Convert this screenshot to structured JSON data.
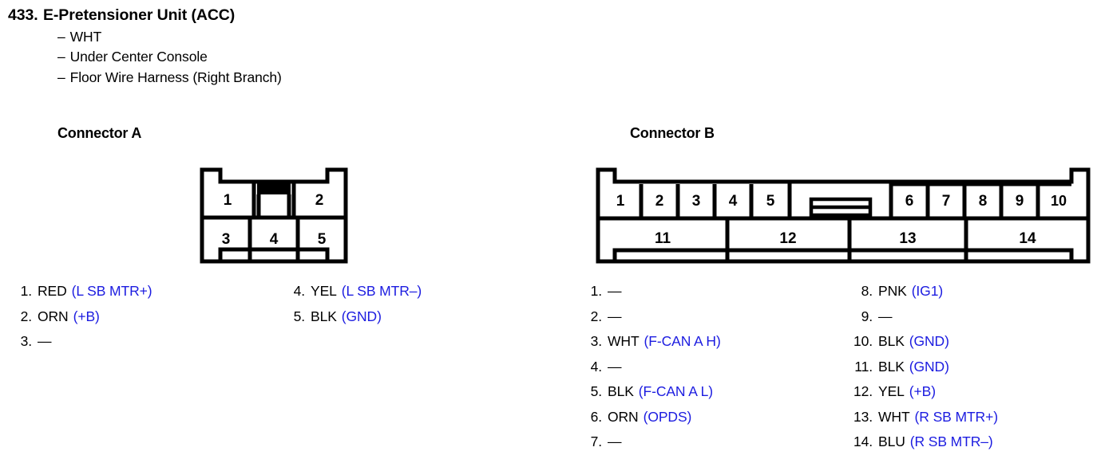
{
  "header": {
    "number": "433.",
    "title": "E-Pretensioner Unit (ACC)",
    "dash": "–",
    "sublines": [
      "WHT",
      "Under Center Console",
      "Floor Wire Harness (Right Branch)"
    ]
  },
  "colors": {
    "signal_blue": "#1c1ce0",
    "text_black": "#000000",
    "page_background": "#ffffff"
  },
  "connector_a": {
    "title": "Connector A",
    "diagram": {
      "top_row": [
        "1",
        "2"
      ],
      "bottom_row": [
        "3",
        "4",
        "5"
      ],
      "center_tab": "keying-tab"
    },
    "pins_left": [
      {
        "idx": "1.",
        "color": "RED",
        "signal": "(L SB MTR+)"
      },
      {
        "idx": "2.",
        "color": "ORN",
        "signal": "(+B)"
      },
      {
        "idx": "3.",
        "color": "—",
        "signal": ""
      }
    ],
    "pins_right": [
      {
        "idx": "4.",
        "color": "YEL",
        "signal": "(L SB MTR–)"
      },
      {
        "idx": "5.",
        "color": "BLK",
        "signal": "(GND)"
      }
    ]
  },
  "connector_b": {
    "title": "Connector B",
    "diagram": {
      "top_row_left": [
        "1",
        "2",
        "3",
        "4",
        "5"
      ],
      "top_row_right": [
        "6",
        "7",
        "8",
        "9",
        "10"
      ],
      "bottom_row": [
        "11",
        "12",
        "13",
        "14"
      ],
      "center_latch": "latch-bar"
    },
    "pins_left": [
      {
        "idx": "1.",
        "color": "—",
        "signal": ""
      },
      {
        "idx": "2.",
        "color": "—",
        "signal": ""
      },
      {
        "idx": "3.",
        "color": "WHT",
        "signal": "(F-CAN A H)"
      },
      {
        "idx": "4.",
        "color": "—",
        "signal": ""
      },
      {
        "idx": "5.",
        "color": "BLK",
        "signal": "(F-CAN A L)"
      },
      {
        "idx": "6.",
        "color": "ORN",
        "signal": "(OPDS)"
      },
      {
        "idx": "7.",
        "color": "—",
        "signal": ""
      }
    ],
    "pins_right": [
      {
        "idx": "8.",
        "color": "PNK",
        "signal": "(IG1)"
      },
      {
        "idx": "9.",
        "color": "—",
        "signal": ""
      },
      {
        "idx": "10.",
        "color": "BLK",
        "signal": "(GND)"
      },
      {
        "idx": "11.",
        "color": "BLK",
        "signal": "(GND)"
      },
      {
        "idx": "12.",
        "color": "YEL",
        "signal": "(+B)"
      },
      {
        "idx": "13.",
        "color": "WHT",
        "signal": "(R SB MTR+)"
      },
      {
        "idx": "14.",
        "color": "BLU",
        "signal": "(R SB MTR–)"
      }
    ]
  }
}
